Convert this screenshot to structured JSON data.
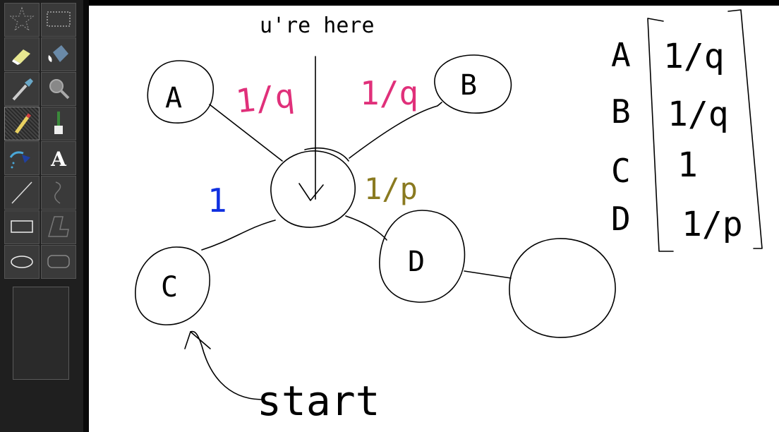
{
  "toolbox": {
    "tools": [
      {
        "name": "free-select-icon",
        "interactable": true
      },
      {
        "name": "rectangle-select-icon",
        "interactable": true
      },
      {
        "name": "eraser-icon",
        "interactable": true
      },
      {
        "name": "fill-bucket-icon",
        "interactable": true
      },
      {
        "name": "color-picker-icon",
        "interactable": true
      },
      {
        "name": "magnifier-icon",
        "interactable": true
      },
      {
        "name": "pencil-icon",
        "interactable": true,
        "selected": true
      },
      {
        "name": "brush-icon",
        "interactable": true
      },
      {
        "name": "airbrush-icon",
        "interactable": true
      },
      {
        "name": "text-icon",
        "interactable": true
      },
      {
        "name": "line-icon",
        "interactable": true
      },
      {
        "name": "curve-icon",
        "interactable": true
      },
      {
        "name": "rectangle-icon",
        "interactable": true
      },
      {
        "name": "polygon-icon",
        "interactable": true
      },
      {
        "name": "ellipse-icon",
        "interactable": true
      },
      {
        "name": "rounded-rectangle-icon",
        "interactable": true
      }
    ],
    "text_tool_glyph": "A"
  },
  "canvas": {
    "note_top": "u're here",
    "note_start": "start",
    "nodes": {
      "a": "A",
      "b": "B",
      "c": "C",
      "d": "D"
    },
    "edge_labels": {
      "a_center": "1/q",
      "center_b": "1/q",
      "c_center": "1",
      "center_d": "1/p"
    },
    "matrix": {
      "rows": [
        {
          "label": "A",
          "value": "1/q"
        },
        {
          "label": "B",
          "value": "1/q"
        },
        {
          "label": "C",
          "value": "1"
        },
        {
          "label": "D",
          "value": "1/p"
        }
      ]
    },
    "colors": {
      "pink": "#e0307a",
      "blue": "#1030e0",
      "olive": "#8a7a20",
      "ink": "#000000"
    }
  }
}
